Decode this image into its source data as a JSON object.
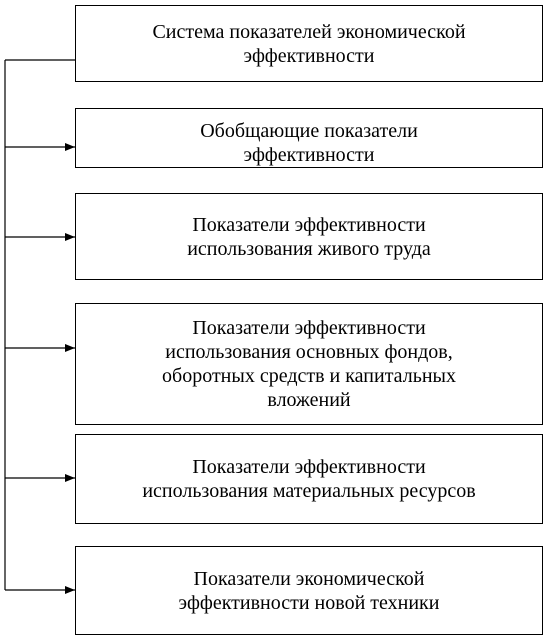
{
  "diagram": {
    "root": {
      "label": "Система показателей экономической\nэффективности"
    },
    "children": [
      {
        "label": "Обобщающие показатели\nэффективности"
      },
      {
        "label": "Показатели эффективности\nиспользования живого труда"
      },
      {
        "label": "Показатели эффективности\nиспользования основных фондов,\nоборотных средств и капитальных\nвложений"
      },
      {
        "label": "Показатели эффективности\nиспользования материальных ресурсов"
      },
      {
        "label": "Показатели экономической\nэффективности новой техники"
      }
    ]
  }
}
